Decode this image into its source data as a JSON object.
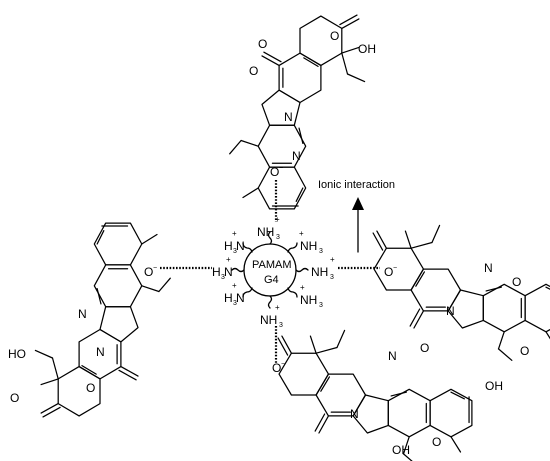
{
  "labels": {
    "ionic_interaction": "Ionic interaction"
  },
  "core": {
    "line1": "PAMAM",
    "line2": "G4",
    "amine": "NH",
    "amine_sub": "3",
    "amine_left": "H",
    "amine_left_mid": "N",
    "charge": "+"
  },
  "atoms": {
    "oxygen": "O",
    "nitrogen": "N",
    "hydroxyl": "OH",
    "hydroxyl_rev": "HO",
    "oxide": "O",
    "oxide_charge": "−"
  }
}
